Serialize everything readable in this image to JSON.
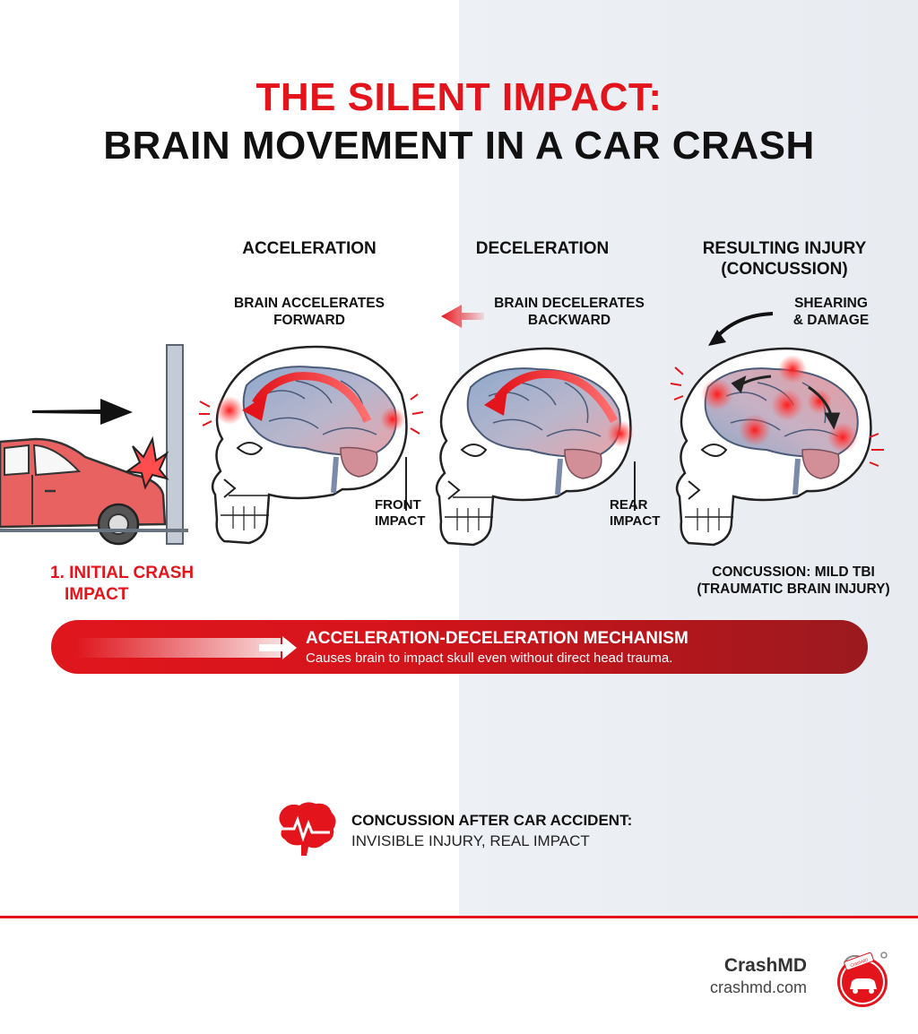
{
  "title": {
    "line1": "THE SILENT IMPACT:",
    "line2": "BRAIN MOVEMENT IN A CAR CRASH"
  },
  "columns": {
    "acceleration": {
      "heading": "ACCELERATION",
      "sub1": "BRAIN ACCELERATES",
      "sub2": "FORWARD",
      "impact1": "FRONT",
      "impact2": "IMPACT"
    },
    "deceleration": {
      "heading": "DECELERATION",
      "sub1": "BRAIN DECELERATES",
      "sub2": "BACKWARD",
      "impact1": "REAR",
      "impact2": "IMPACT"
    },
    "injury": {
      "heading1": "RESULTING INJURY",
      "heading2": "(CONCUSSION)",
      "shear1": "SHEARING",
      "shear2": "& DAMAGE",
      "caption1": "CONCUSSION: MILD TBI",
      "caption2": "(TRAUMATIC BRAIN INJURY)"
    }
  },
  "crash": {
    "label1": "1. INITIAL CRASH",
    "label2": "IMPACT"
  },
  "banner": {
    "title": "ACCELERATION-DECELERATION MECHANISM",
    "subtitle": "Causes brain to impact skull even without direct head trauma."
  },
  "note": {
    "line1": "CONCUSSION AFTER CAR ACCIDENT:",
    "line2": "INVISIBLE INJURY, REAL IMPACT"
  },
  "footer": {
    "brand": "CrashMD",
    "url": "crashmd.com",
    "logo_text": "CrashMD"
  },
  "colors": {
    "accent_red": "#e3141b",
    "dark_text": "#111111",
    "brain_blue": "#8ea8c8",
    "brain_pink": "#e39aa0",
    "car_red": "#e85a5a"
  },
  "icons": [
    "arrow-right-icon",
    "arrow-left-icon",
    "curved-arrow-icon",
    "brain-heartbeat-icon",
    "stethoscope-logo-icon",
    "car-icon",
    "skull-icon",
    "brain-icon"
  ]
}
